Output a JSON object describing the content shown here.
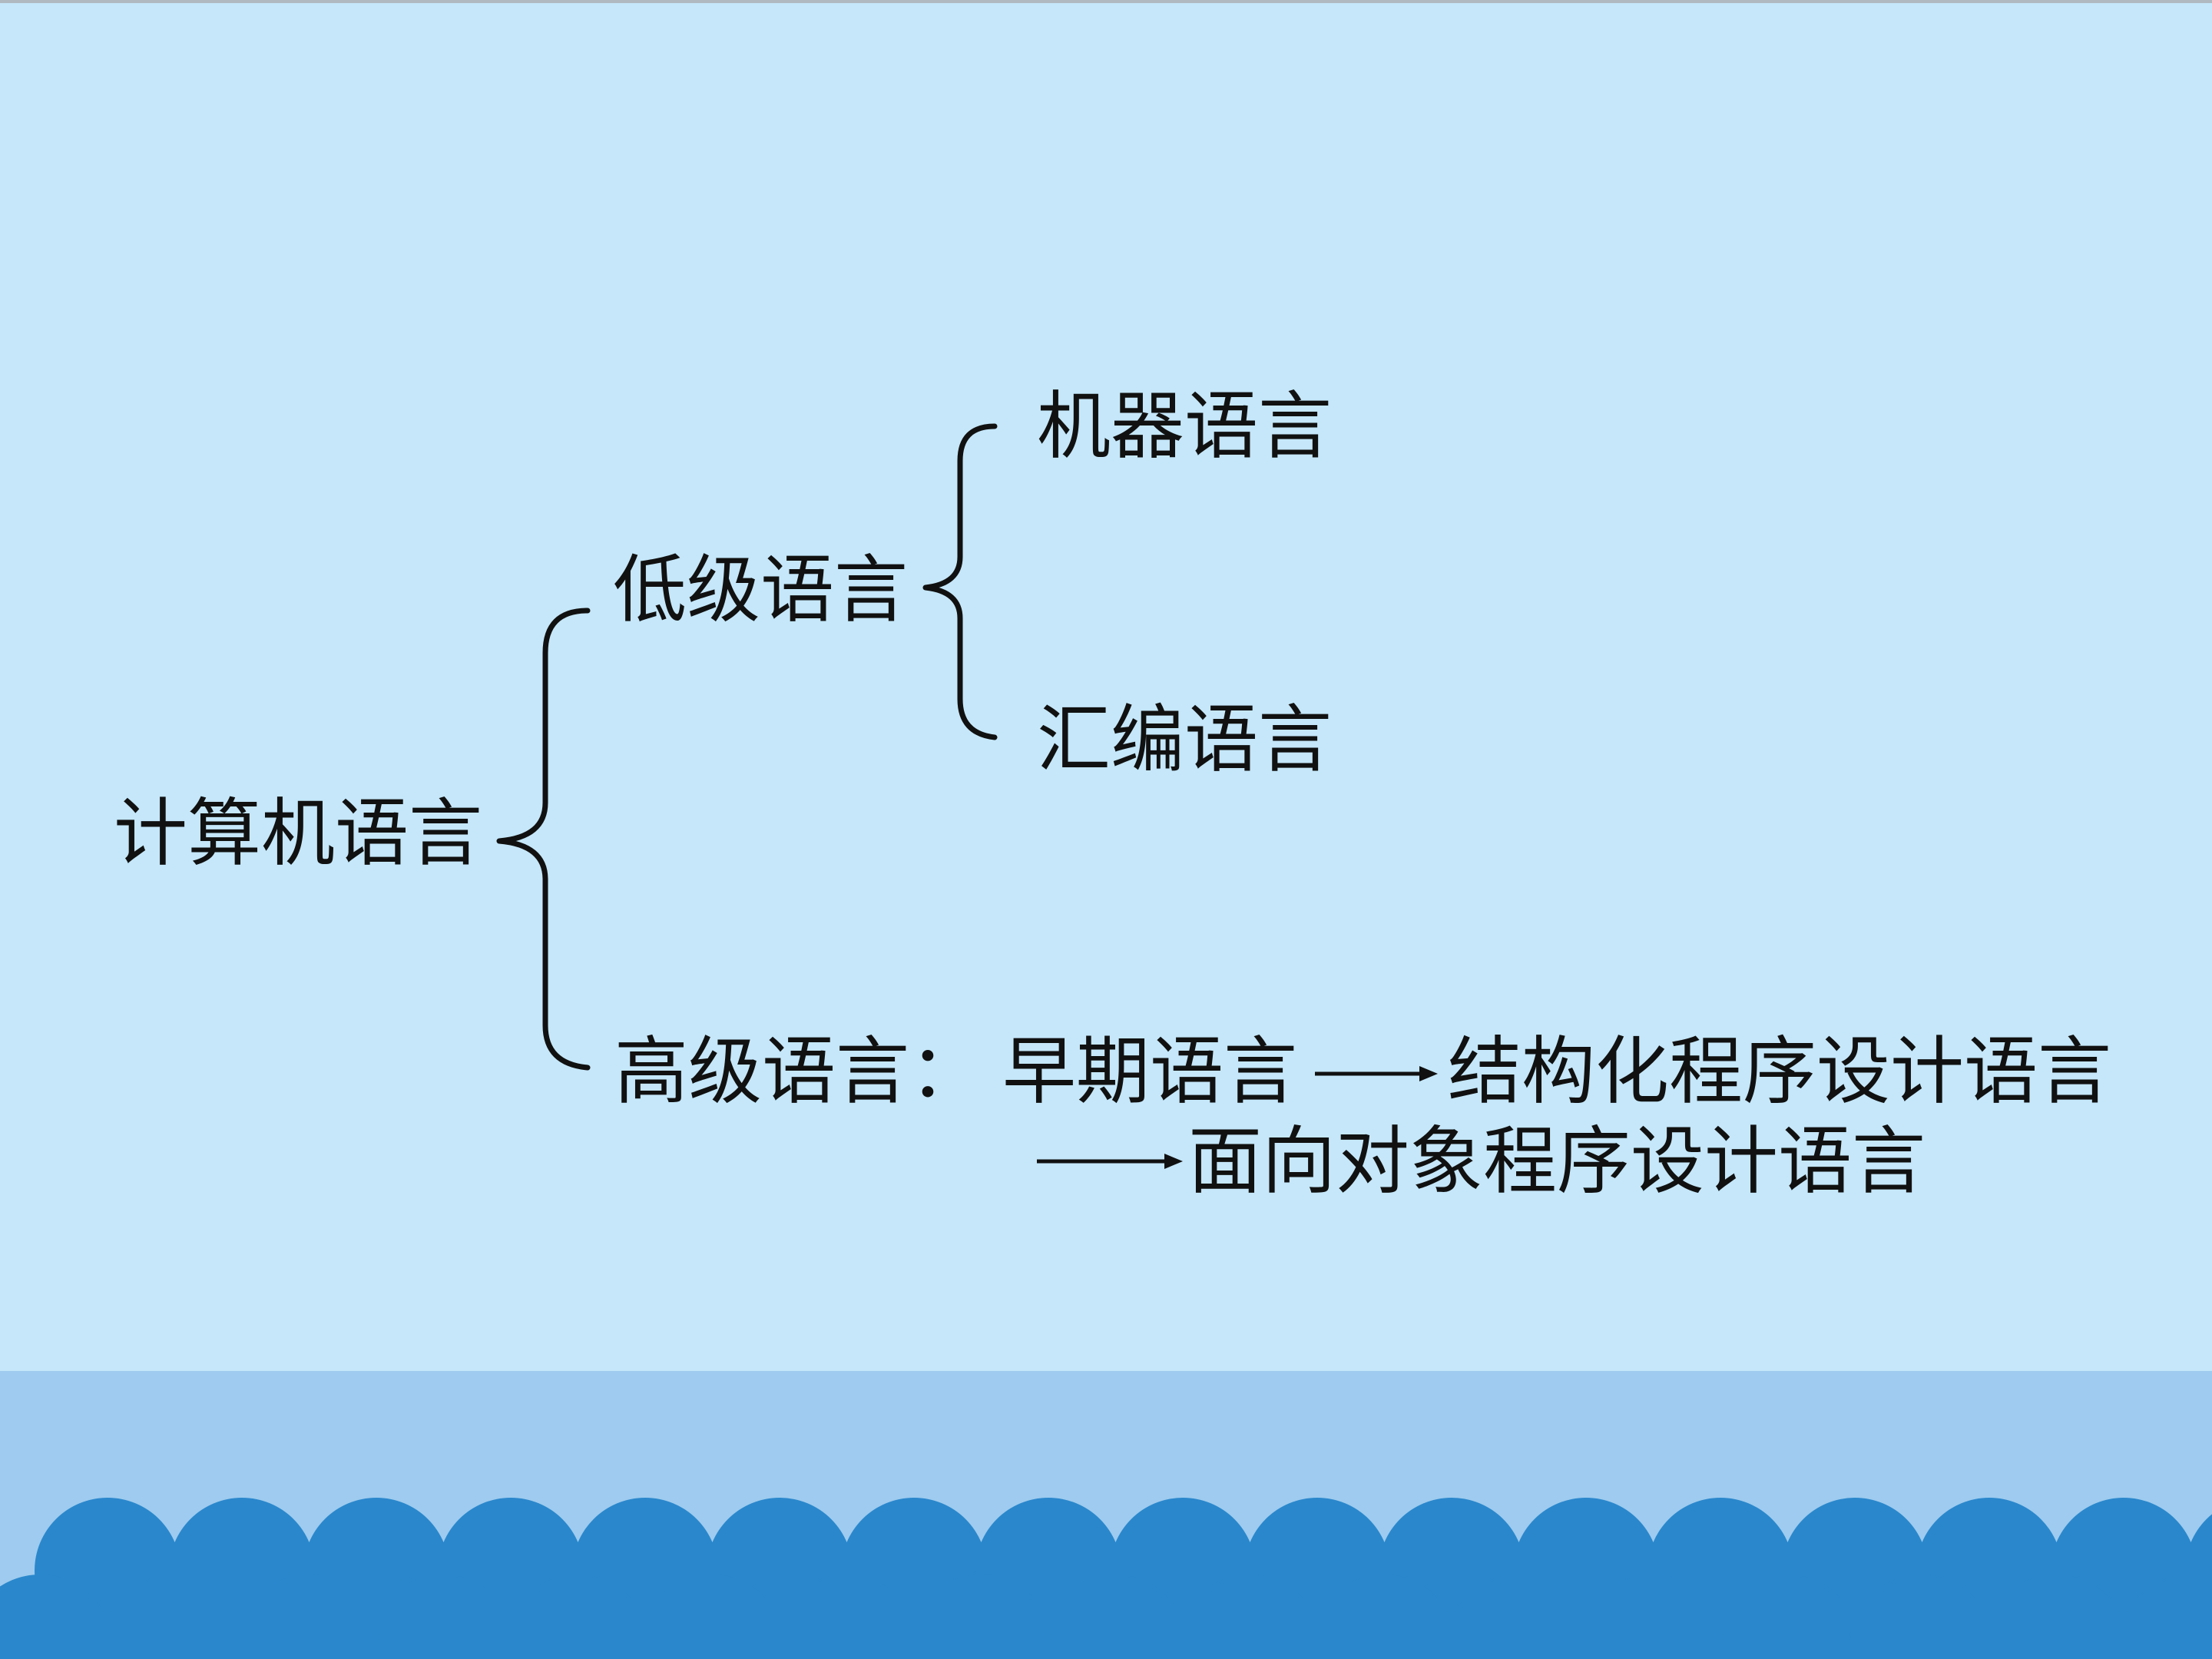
{
  "diagram": {
    "root": "计算机语言",
    "low_level": {
      "label": "低级语言",
      "children": [
        "机器语言",
        "汇编语言"
      ]
    },
    "high_level": {
      "label": "高级语言：",
      "stage1": "早期语言",
      "stage2": "结构化程序设计语言",
      "stage3": "面向对象程序设计语言"
    }
  },
  "colors": {
    "background": "#c5e7f9",
    "band": "#9ecbef",
    "wave": "#2a87cc",
    "ink": "#111111"
  }
}
